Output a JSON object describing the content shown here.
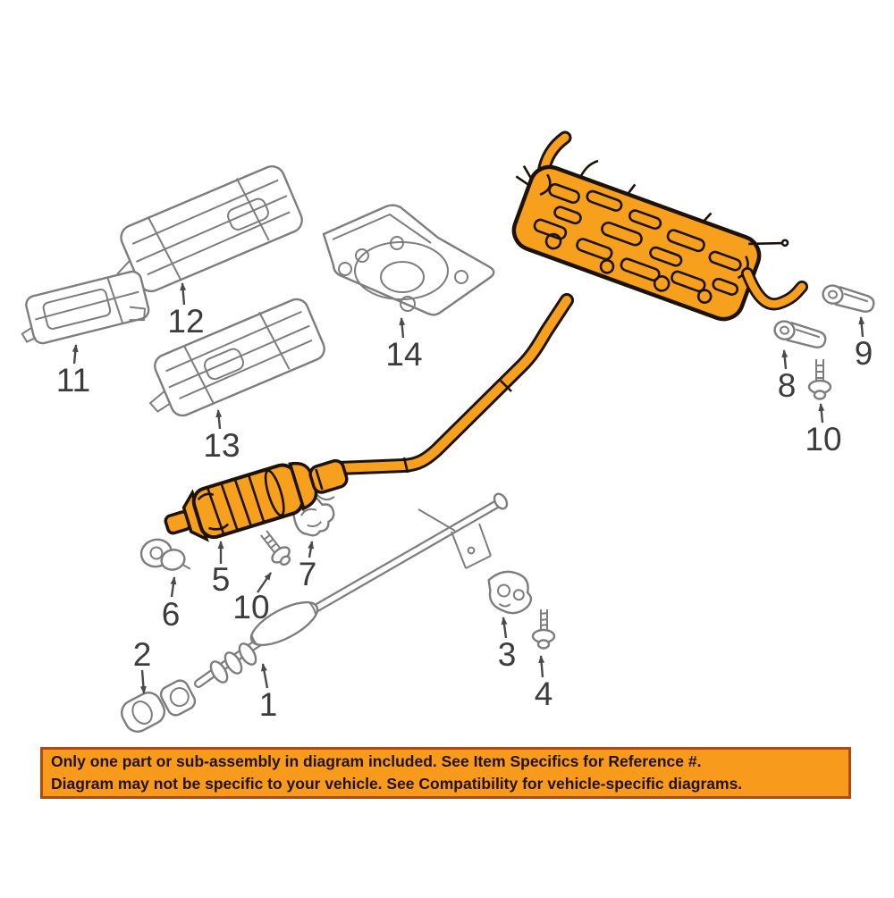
{
  "banner": {
    "line1": "Only one part or sub-assembly in diagram included. See Item Specifics for Reference #.",
    "line2": "Diagram may not be specific to your vehicle. See Compatibility for vehicle-specific diagrams.",
    "background": "#f89b1d",
    "border_color": "#b04a10",
    "text_color": "#231103"
  },
  "diagram": {
    "background": "#ffffff",
    "highlight_color": "#f6a01e",
    "highlight_outline_color": "#1d1206",
    "lineart_color": "#7d7d7d",
    "label_color": "#3c3c3c",
    "labels": {
      "p1": "1",
      "p2": "2",
      "p3": "3",
      "p4": "4",
      "p5": "5",
      "p6": "6",
      "p7": "7",
      "p8": "8",
      "p9": "9",
      "p10_center": "10",
      "p10_right": "10",
      "p11": "11",
      "p12": "12",
      "p13": "13",
      "p14": "14"
    }
  }
}
